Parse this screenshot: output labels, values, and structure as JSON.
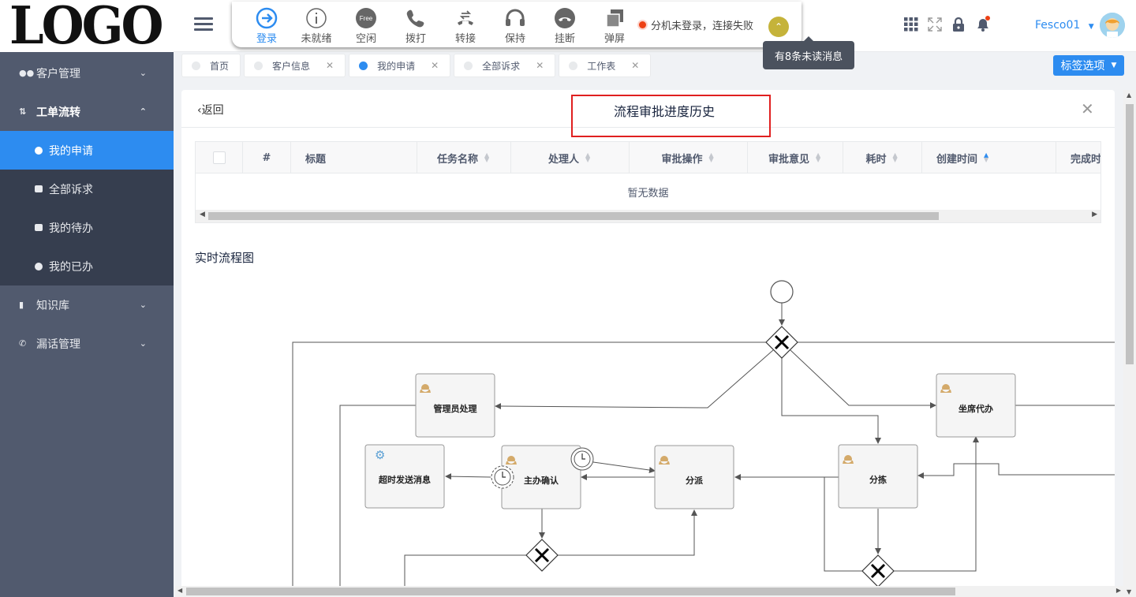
{
  "logo": "LOGO",
  "sidebar": {
    "items": [
      {
        "label": "客户管理",
        "icon": "users-icon"
      },
      {
        "label": "工单流转",
        "icon": "flow-icon"
      },
      {
        "label": "知识库",
        "icon": "book-icon"
      },
      {
        "label": "漏话管理",
        "icon": "phone-icon"
      }
    ],
    "sub": [
      {
        "label": "我的申请",
        "active": true
      },
      {
        "label": "全部诉求"
      },
      {
        "label": "我的待办"
      },
      {
        "label": "我的已办"
      }
    ]
  },
  "toolbar": {
    "buttons": [
      {
        "label": "登录",
        "icon": "login-icon"
      },
      {
        "label": "未就绪",
        "icon": "info-circle-icon"
      },
      {
        "label": "空闲",
        "icon": "free-icon",
        "badge": "Free"
      },
      {
        "label": "拨打",
        "icon": "phone-icon"
      },
      {
        "label": "转接",
        "icon": "transfer-icon"
      },
      {
        "label": "保持",
        "icon": "headset-icon"
      },
      {
        "label": "挂断",
        "icon": "hangup-icon"
      },
      {
        "label": "弹屏",
        "icon": "popup-icon"
      }
    ],
    "status": "分机未登录，连接失败",
    "status_color": "#ed4014"
  },
  "header": {
    "user": "Fesco01",
    "tooltip": "有8条未读消息",
    "tag_button": "标签选项"
  },
  "tabs": [
    {
      "label": "首页",
      "closable": false
    },
    {
      "label": "客户信息",
      "closable": true
    },
    {
      "label": "我的申请",
      "closable": true,
      "active": true
    },
    {
      "label": "全部诉求",
      "closable": true
    },
    {
      "label": "工作表",
      "closable": true
    }
  ],
  "panel": {
    "back": "返回",
    "title": "流程审批进度历史",
    "table": {
      "columns": [
        "#",
        "标题",
        "任务名称",
        "处理人",
        "审批操作",
        "审批意见",
        "耗时",
        "创建时间",
        "完成时"
      ],
      "empty": "暂无数据"
    },
    "flow_title": "实时流程图",
    "nodes": {
      "admin": "管理员处理",
      "seat": "坐席代办",
      "timeout": "超时发送消息",
      "confirm": "主办确认",
      "dispatch": "分派",
      "sort": "分拣"
    }
  },
  "colors": {
    "accent": "#2d8cf0",
    "sidebar": "#515a6e",
    "sidebar_sub": "#363e4f",
    "highlight_box": "#e02020"
  }
}
